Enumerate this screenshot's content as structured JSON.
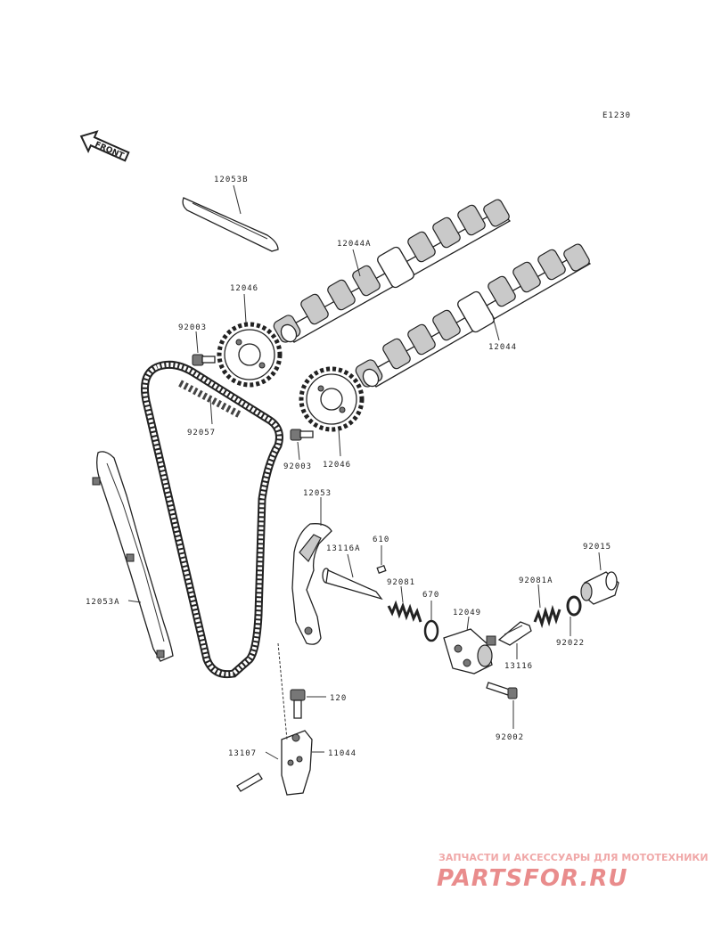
{
  "diagram_code": "E1230",
  "front_label": "FRONT",
  "parts": {
    "p12053B": "12053B",
    "p12044A": "12044A",
    "p12046_top": "12046",
    "p92003_top": "92003",
    "p12044": "12044",
    "p92057": "92057",
    "p92003_bottom": "92003",
    "p12046_bottom": "12046",
    "p12053": "12053",
    "p13116A": "13116A",
    "p610": "610",
    "p92015": "92015",
    "p92081": "92081",
    "p670": "670",
    "p92081A": "92081A",
    "p12049": "12049",
    "p12053A": "12053A",
    "p92022": "92022",
    "p13116": "13116",
    "p120": "120",
    "p92002": "92002",
    "p13107": "13107",
    "p11044": "11044"
  },
  "watermark": {
    "tagline": "ЗАПЧАСТИ И АКСЕССУАРЫ ДЛЯ МОТОТЕХНИКИ",
    "logo": "PARTSFOR.RU"
  }
}
